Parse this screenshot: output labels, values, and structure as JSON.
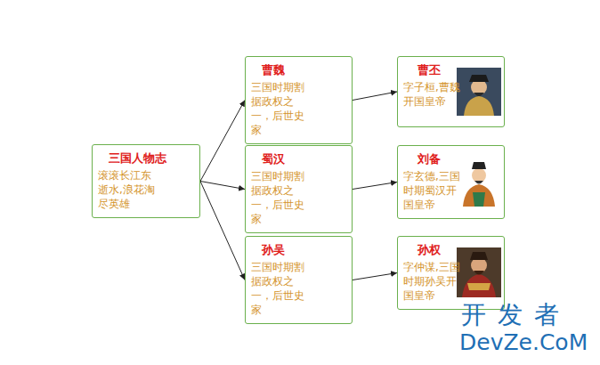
{
  "diagram": {
    "nodes": [
      {
        "text": [
          "三国人物志",
          "滚滚长江东逝水,浪花淘尽英雄"
        ]
      },
      {
        "text": [
          "曹魏",
          "三国时期割据政权之一，后世史家"
        ]
      },
      {
        "text": [
          "曹丕",
          "字子桓,曹魏开国皇帝"
        ]
      },
      {
        "text": [
          "蜀汉",
          "三国时期割据政权之一，后世史家"
        ]
      },
      {
        "text": [
          "刘备",
          "字玄德,三国时期蜀汉开国皇帝"
        ]
      },
      {
        "text": [
          "孙吴",
          "三国时期割据政权之一，后世史家"
        ]
      },
      {
        "text": [
          "孙权",
          "字仲谋,三国时期孙吴开国皇帝"
        ]
      }
    ],
    "edges": [
      {
        "from": 0,
        "to": 1,
        "arrow": "to"
      },
      {
        "from": 0,
        "to": 3,
        "arrow": "to"
      },
      {
        "from": 0,
        "to": 5,
        "arrow": "to"
      },
      {
        "from": 1,
        "to": 2,
        "arrow": "to"
      },
      {
        "from": 3,
        "to": 4,
        "arrow": "to"
      },
      {
        "from": 5,
        "to": 6,
        "arrow": "to"
      }
    ],
    "labels": [
      "开 发 者",
      "DevZe.CoM"
    ]
  }
}
